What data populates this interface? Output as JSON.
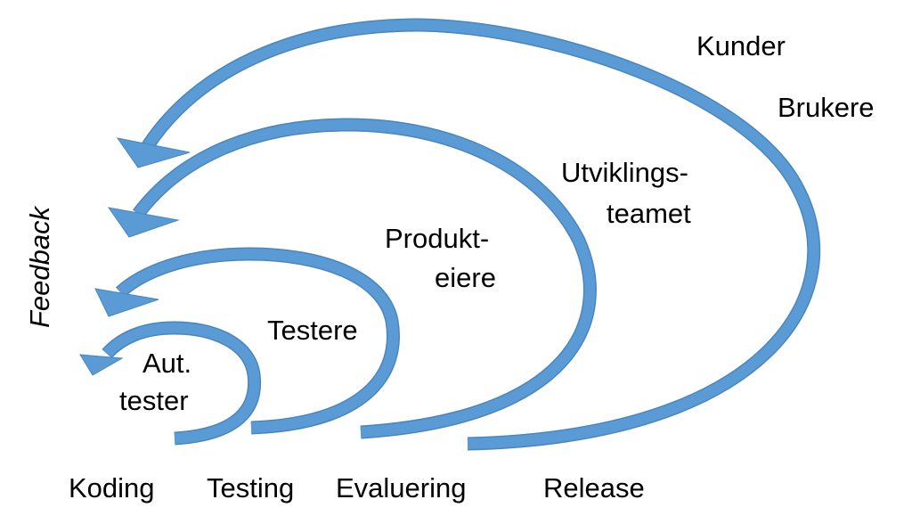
{
  "diagram": {
    "title": "",
    "axis_label": "Feedback",
    "colors": {
      "arrow_fill": "#5B9BD5",
      "arrow_edge": "#4A86BE",
      "text": "#000000",
      "background": "#FFFFFF"
    },
    "stages": [
      {
        "id": "koding",
        "label": "Koding"
      },
      {
        "id": "testing",
        "label": "Testing"
      },
      {
        "id": "evaluering",
        "label": "Evaluering"
      },
      {
        "id": "release",
        "label": "Release"
      }
    ],
    "loops": [
      {
        "id": "aut-tester",
        "from_stage": "koding",
        "lines": [
          "Aut.",
          "tester"
        ]
      },
      {
        "id": "testere",
        "from_stage": "testing",
        "lines": [
          "Testere"
        ]
      },
      {
        "id": "produkteiere",
        "from_stage": "evaluering",
        "lines": [
          "Produkt-",
          "eiere"
        ]
      },
      {
        "id": "utviklingsteamet",
        "from_stage": "evaluering",
        "lines": [
          "Utviklings-",
          "teamet"
        ]
      },
      {
        "id": "kunder-brukere",
        "from_stage": "release",
        "lines": [
          "Kunder",
          "Brukere"
        ]
      }
    ]
  }
}
